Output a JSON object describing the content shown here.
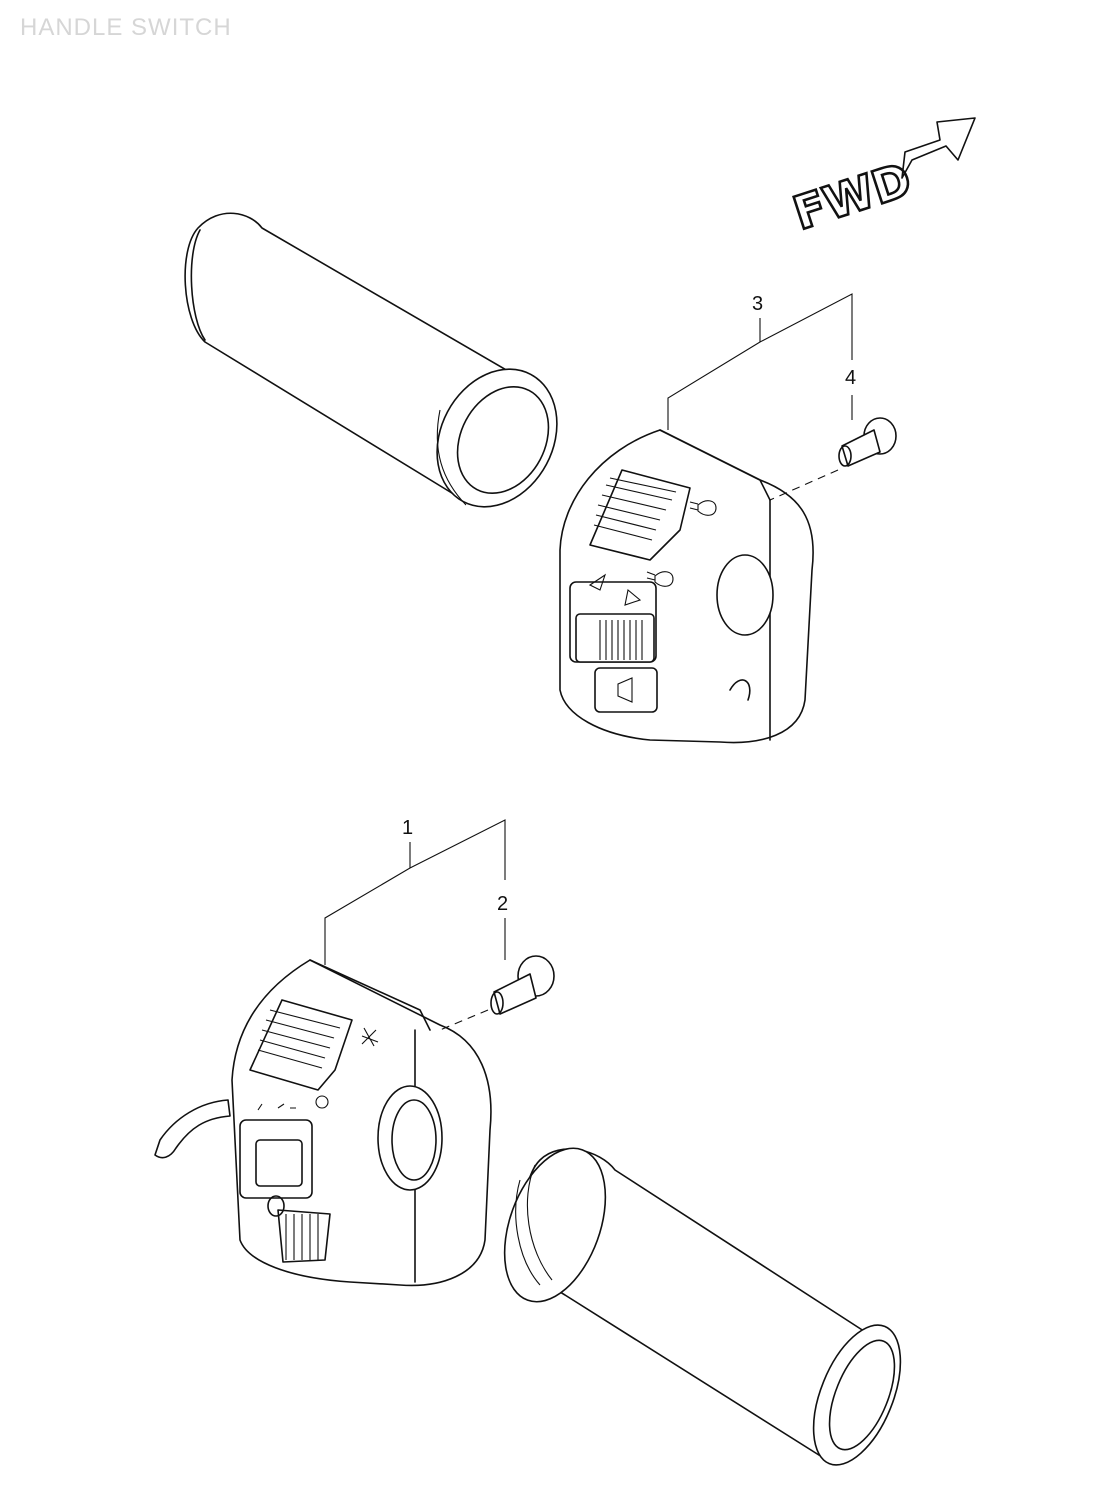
{
  "page": {
    "title": "HANDLE SWITCH"
  },
  "direction": {
    "label": "FWD"
  },
  "callouts": [
    {
      "id": "1"
    },
    {
      "id": "2"
    },
    {
      "id": "3"
    },
    {
      "id": "4"
    }
  ]
}
